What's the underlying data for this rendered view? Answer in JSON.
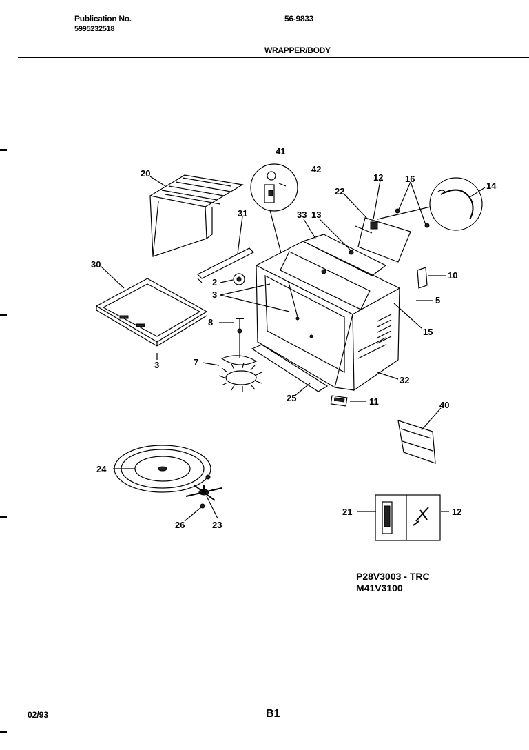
{
  "header": {
    "publication_label": "Publication No.",
    "publication_number": "5995232518",
    "document_code": "56-9833",
    "section_title": "WRAPPER/BODY"
  },
  "callouts": {
    "c41": "41",
    "c42": "42",
    "c20": "20",
    "c31": "31",
    "c33": "33",
    "c13": "13",
    "c22": "22",
    "c12a": "12",
    "c16": "16",
    "c14": "14",
    "c30": "30",
    "c2": "2",
    "c3a": "3",
    "c10": "10",
    "c5": "5",
    "c15": "15",
    "c8": "8",
    "c3b": "3",
    "c7": "7",
    "c32": "32",
    "c25": "25",
    "c11": "11",
    "c40": "40",
    "c24": "24",
    "c26": "26",
    "c23": "23",
    "c21": "21",
    "c12b": "12"
  },
  "models": {
    "line1": "P28V3003 - TRC",
    "line2": "M41V3100"
  },
  "footer": {
    "date": "02/93",
    "page": "B1"
  }
}
